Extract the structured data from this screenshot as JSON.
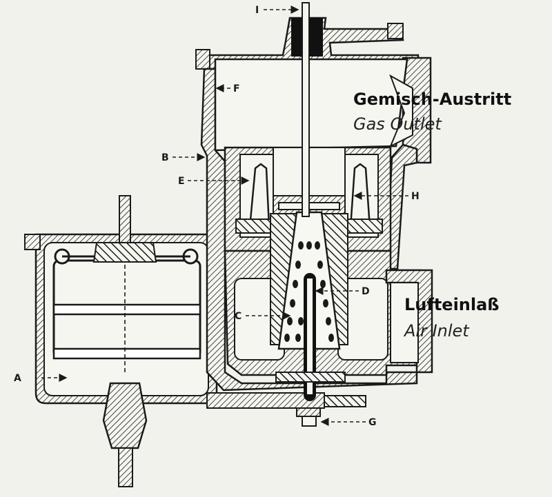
{
  "labels": {
    "A": "A",
    "B": "B",
    "C": "C",
    "D": "D",
    "E": "E",
    "F": "F",
    "G": "G",
    "H": "H",
    "I": "I"
  },
  "captions": {
    "outlet_de": "Gemisch-Austritt",
    "outlet_en": "Gas Outlet",
    "inlet_de": "Lufteinlaß",
    "inlet_en": "Air Inlet"
  },
  "colors": {
    "background": "#f2f2ed",
    "ink": "#1a1a1a",
    "paper": "#f6f6f1"
  }
}
